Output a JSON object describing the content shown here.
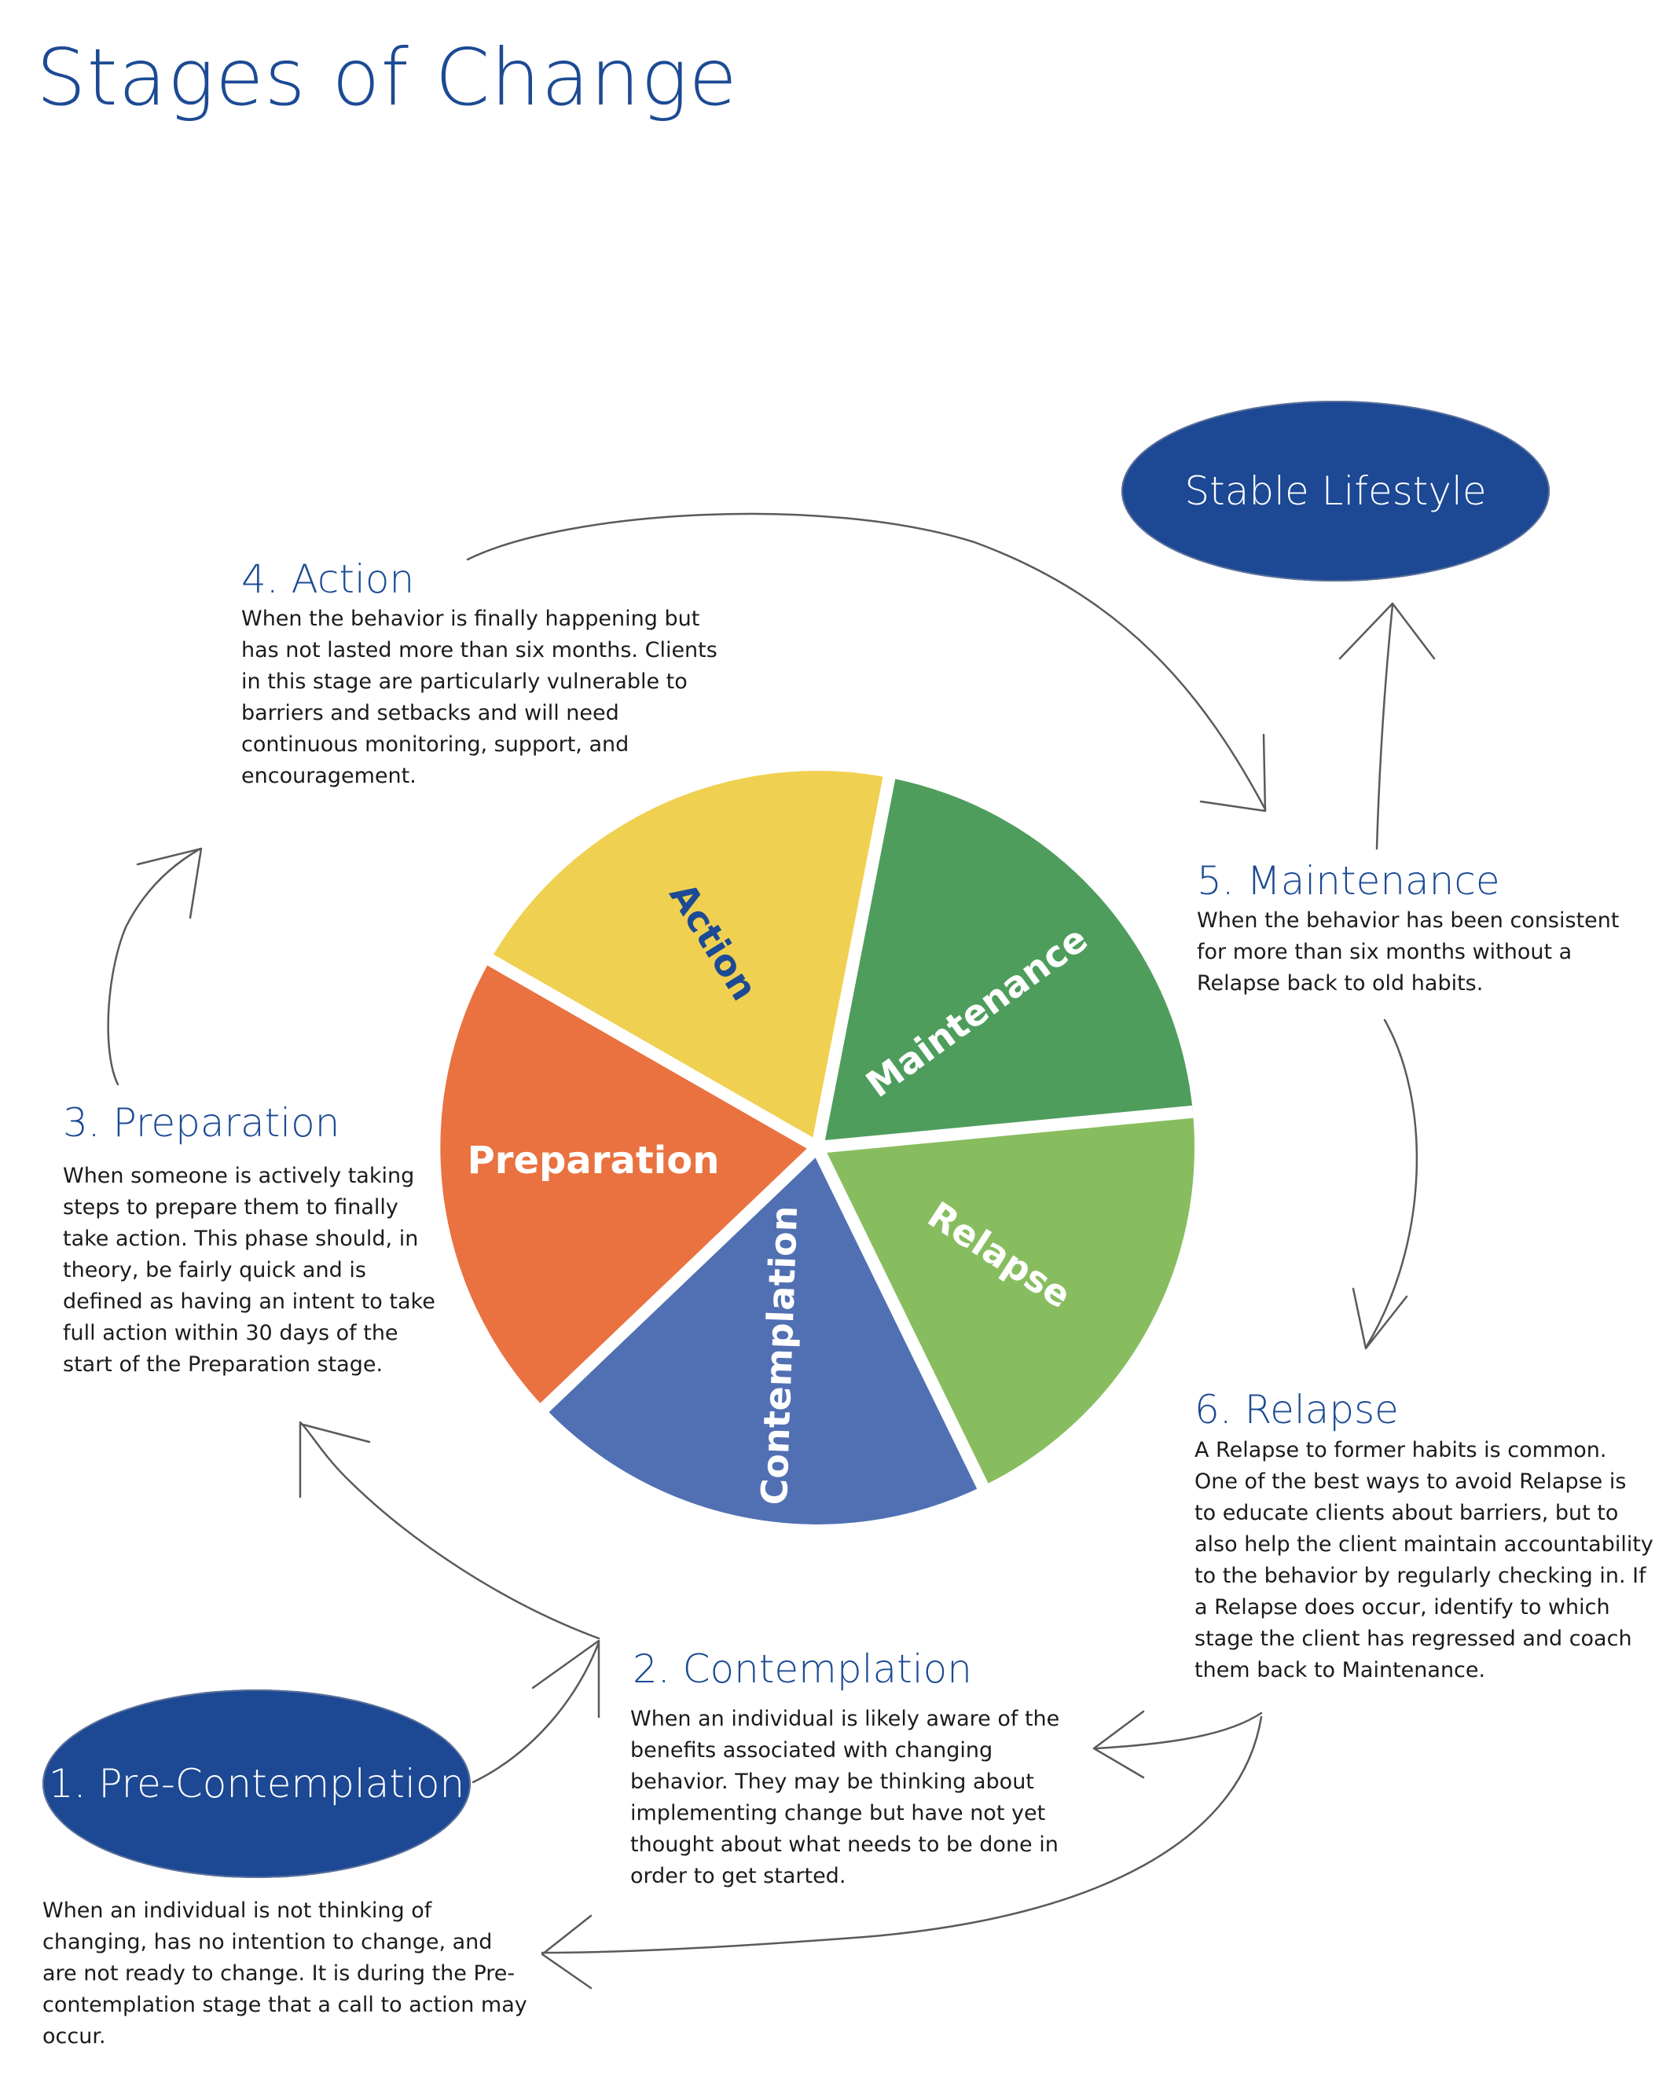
{
  "title": "Stages of Change",
  "colors": {
    "title_blue": "#1c4a94",
    "oval_blue": "#1c4894",
    "action_yellow": "#f0d050",
    "maintenance_green": "#4e9d5c",
    "relapse_light_green": "#88bd5f",
    "contemplation_blue": "#5170b3",
    "preparation_orange": "#e97240",
    "arrow_gray": "#5a5a5a"
  },
  "wheel": {
    "segments": [
      {
        "label": "Action",
        "color": "#f0d050",
        "text_color": "#1c4a94"
      },
      {
        "label": "Maintenance",
        "color": "#4e9d5c",
        "text_color": "#ffffff"
      },
      {
        "label": "Relapse",
        "color": "#88bd5f",
        "text_color": "#ffffff"
      },
      {
        "label": "Contemplation",
        "color": "#5170b3",
        "text_color": "#ffffff"
      },
      {
        "label": "Preparation",
        "color": "#e97240",
        "text_color": "#ffffff"
      }
    ]
  },
  "stable_lifestyle": {
    "label": "Stable Lifestyle"
  },
  "stages": {
    "pre_contemplation": {
      "label": "1. Pre-Contemplation",
      "description": "When an individual is not thinking of changing, has no intention to change, and are not ready to change. It is during the Pre-contemplation stage that a call to action may occur."
    },
    "contemplation": {
      "heading": "2. Contemplation",
      "description": "When an individual is likely aware of the benefits associated with changing behavior. They may be thinking about implementing change but have not yet thought about what needs to be done in order to get started."
    },
    "preparation": {
      "heading": "3. Preparation",
      "description": "When someone is actively taking steps to prepare them to finally take action. This phase should, in theory, be fairly quick and is defined as having an intent to take full action within 30 days of the start of the Preparation stage."
    },
    "action": {
      "heading": "4. Action",
      "description": "When the behavior is finally happening but has not lasted more than six months. Clients in this stage are particularly vulnerable to barriers and setbacks and will need continuous monitoring, support, and encouragement."
    },
    "maintenance": {
      "heading": "5. Maintenance",
      "description": "When the behavior has been consistent for more than six months without a Relapse back to old habits."
    },
    "relapse": {
      "heading": "6. Relapse",
      "description": "A Relapse to former habits is common. One of the best ways to avoid Relapse is to educate clients about barriers, but to also help the client maintain accountability to the behavior by regularly checking in. If a Relapse does occur, identify to which stage the client has regressed and coach them back to Maintenance."
    }
  }
}
